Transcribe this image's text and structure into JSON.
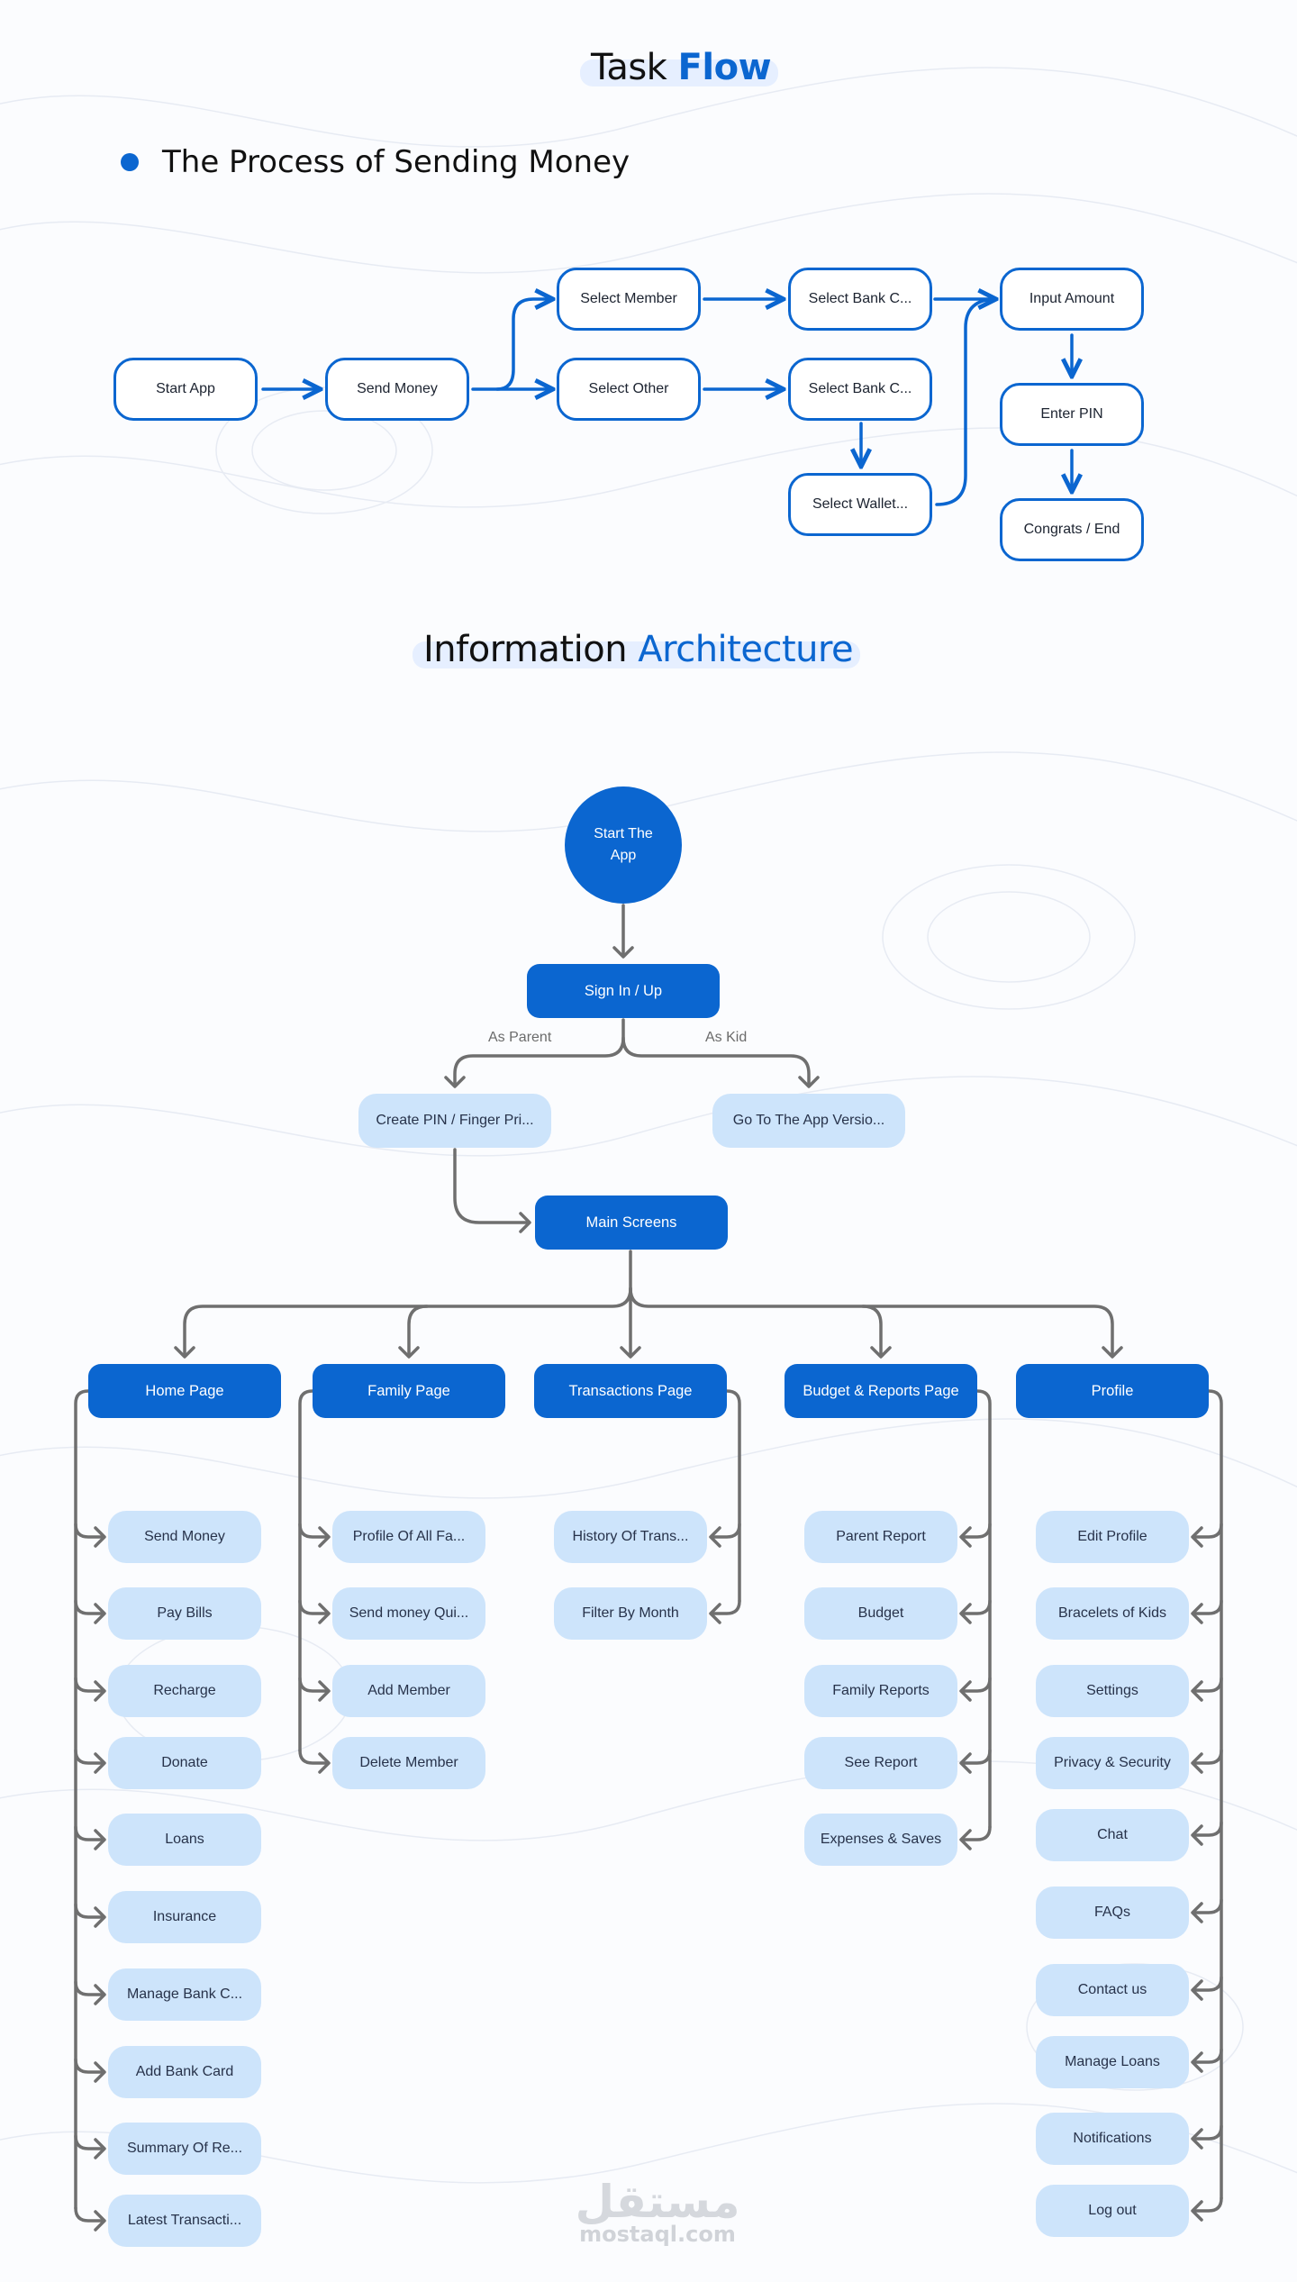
{
  "task_flow": {
    "title_part1": "Task",
    "title_part2": "Flow",
    "subtitle": "The Process of Sending Money",
    "nodes": {
      "start": "Start App",
      "send": "Send Money",
      "select_member": "Select Member",
      "select_other": "Select Other",
      "bank_1": "Select Bank C...",
      "bank_2": "Select Bank C...",
      "wallet": "Select Wallet...",
      "input_amount": "Input Amount",
      "enter_pin": "Enter PIN",
      "congrats": "Congrats / End"
    }
  },
  "ia": {
    "title_part1": "Information",
    "title_part2": "Architecture",
    "start": "Start The App",
    "sign_in": "Sign In / Up",
    "as_parent": "As Parent",
    "as_kid": "As Kid",
    "create_pin": "Create PIN / Finger Pri...",
    "kid_version": "Go To The App Versio...",
    "main_screens": "Main Screens",
    "sections": [
      {
        "title": "Home Page",
        "items": [
          "Send Money",
          "Pay Bills",
          "Recharge",
          "Donate",
          "Loans",
          "Insurance",
          "Manage Bank C...",
          "Add Bank Card",
          "Summary Of Re...",
          "Latest Transacti..."
        ]
      },
      {
        "title": "Family Page",
        "items": [
          "Profile Of All Fa...",
          "Send money Qui...",
          "Add Member",
          "Delete Member"
        ]
      },
      {
        "title": "Transactions Page",
        "items": [
          "History Of Trans...",
          "Filter By Month"
        ]
      },
      {
        "title": "Budget & Reports Page",
        "items": [
          "Parent Report",
          "Budget",
          "Family Reports",
          "See Report",
          "Expenses & Saves"
        ]
      },
      {
        "title": "Profile",
        "items": [
          "Edit Profile",
          "Bracelets of Kids",
          "Settings",
          "Privacy & Security",
          "Chat",
          "FAQs",
          "Contact us",
          "Manage Loans",
          "Notifications",
          "Log out"
        ]
      }
    ]
  },
  "watermark": {
    "arabic": "مستقل",
    "latin": "mostaql.com"
  },
  "colors": {
    "primary": "#0b66d0",
    "light_node": "#cde4fb",
    "connector": "#6b6b6b"
  }
}
